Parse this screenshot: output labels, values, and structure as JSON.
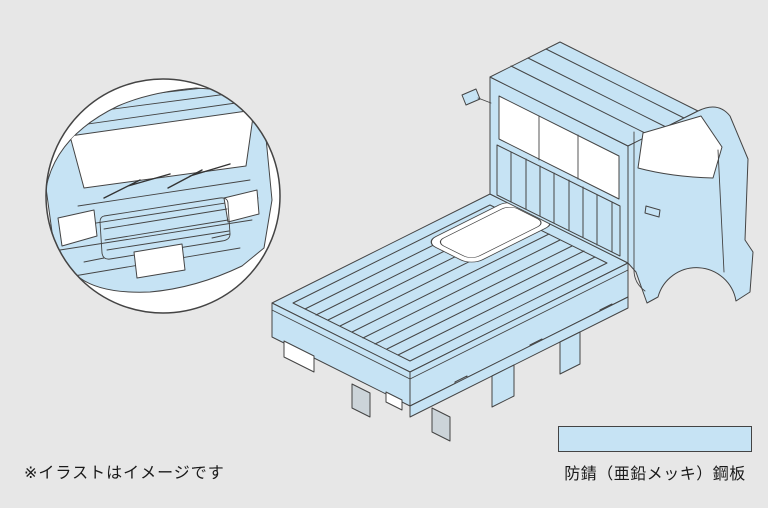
{
  "page": {
    "background": "#e7e7e7"
  },
  "colors": {
    "bg": "#e7e7e7",
    "body_blue": "#c6e3f4",
    "outline": "#444444",
    "detail_gray": "#ccd4d9",
    "text": "#1a1a1a"
  },
  "footnote": {
    "text": "※イラストはイメージです"
  },
  "legend": {
    "label": "防錆（亜鉛メッキ）鋼板"
  },
  "illustration": {
    "main_view": "kei-truck-body-isometric-rear-three-quarter",
    "inset_view": "front-end-detail-magnified-circle",
    "highlight_meaning": "blue-panels-are-galvanized-anti-rust-steel"
  }
}
